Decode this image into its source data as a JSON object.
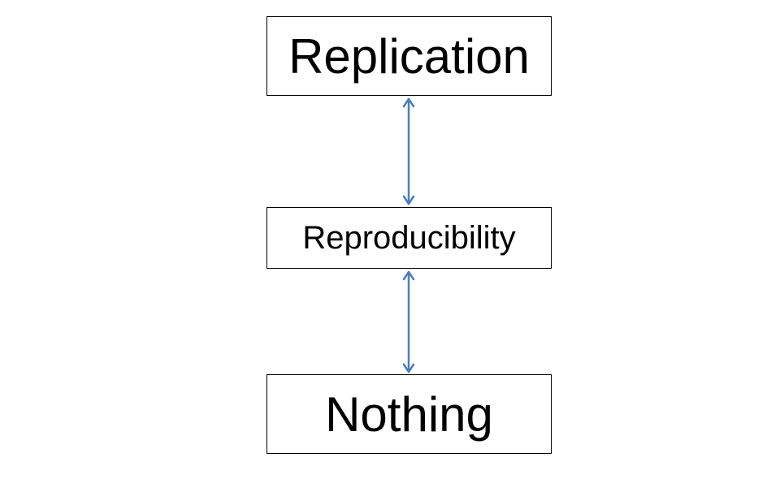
{
  "diagram": {
    "nodes": {
      "top": "Replication",
      "middle": "Reproducibility",
      "bottom": "Nothing"
    },
    "connector_color": "#4a7ebb",
    "box_border_color": "#000000",
    "text_color": "#000000",
    "background_color": "#ffffff"
  }
}
